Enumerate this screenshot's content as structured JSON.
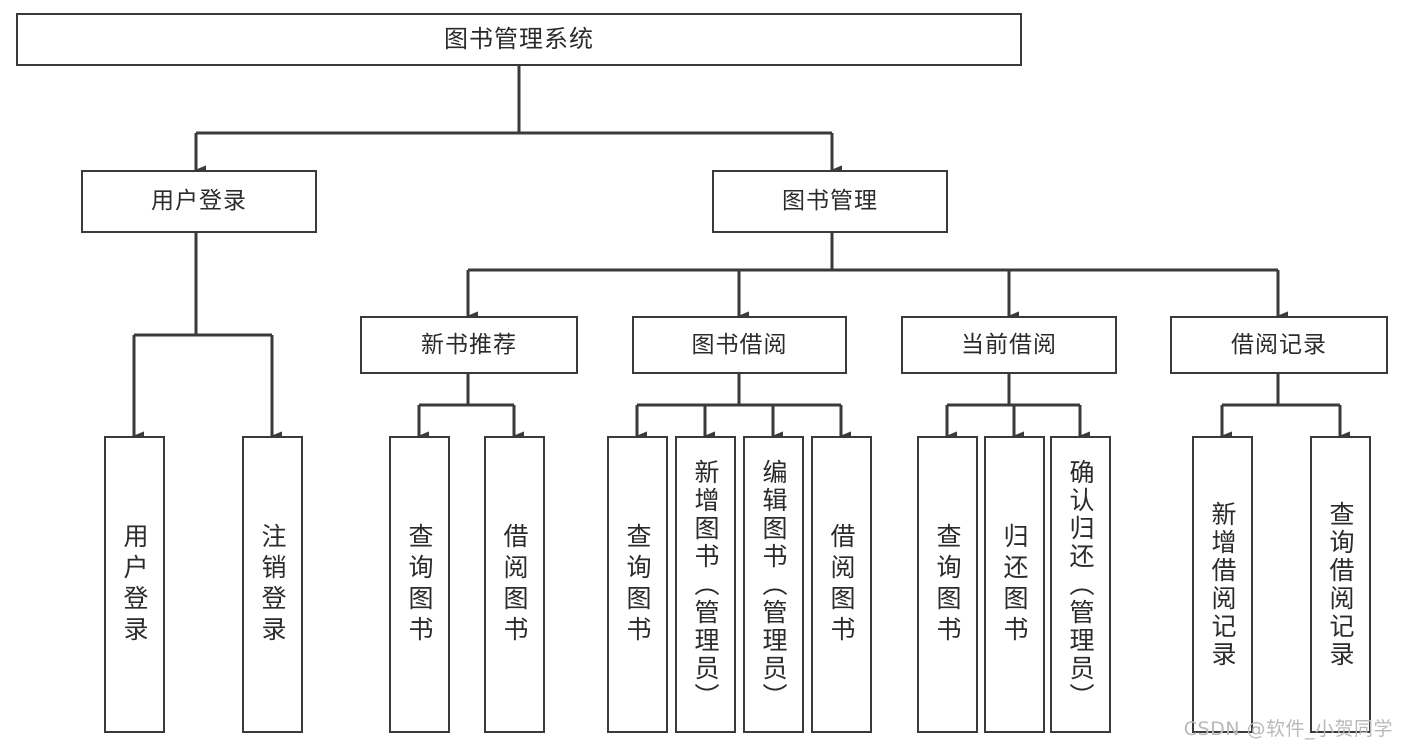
{
  "diagram": {
    "title": "图书管理系统",
    "type": "hierarchy-tree",
    "root": {
      "id": "root",
      "label": "图书管理系统"
    },
    "tier1": [
      {
        "id": "user-login",
        "label": "用户登录"
      },
      {
        "id": "book-manage",
        "label": "图书管理"
      }
    ],
    "tier2": [
      {
        "id": "new-book-rec",
        "label": "新书推荐",
        "parent": "book-manage"
      },
      {
        "id": "book-borrow",
        "label": "图书借阅",
        "parent": "book-manage"
      },
      {
        "id": "current-borrow",
        "label": "当前借阅",
        "parent": "book-manage"
      },
      {
        "id": "borrow-record",
        "label": "借阅记录",
        "parent": "book-manage"
      }
    ],
    "leaves": [
      {
        "id": "leaf-user-login",
        "label": "用户登录",
        "parent": "user-login"
      },
      {
        "id": "leaf-user-logout",
        "label": "注销登录",
        "parent": "user-login"
      },
      {
        "id": "leaf-query-book-1",
        "label": "查询图书",
        "parent": "new-book-rec"
      },
      {
        "id": "leaf-borrow-book-1",
        "label": "借阅图书",
        "parent": "new-book-rec"
      },
      {
        "id": "leaf-query-book-2",
        "label": "查询图书",
        "parent": "book-borrow"
      },
      {
        "id": "leaf-add-book",
        "label": "新增图书（管理员）",
        "parent": "book-borrow"
      },
      {
        "id": "leaf-edit-book",
        "label": "编辑图书（管理员）",
        "parent": "book-borrow"
      },
      {
        "id": "leaf-borrow-book-2",
        "label": "借阅图书",
        "parent": "book-borrow"
      },
      {
        "id": "leaf-query-book-3",
        "label": "查询图书",
        "parent": "current-borrow"
      },
      {
        "id": "leaf-return-book",
        "label": "归还图书",
        "parent": "current-borrow"
      },
      {
        "id": "leaf-confirm-return",
        "label": "确认归还（管理员）",
        "parent": "current-borrow"
      },
      {
        "id": "leaf-add-record",
        "label": "新增借阅记录",
        "parent": "borrow-record"
      },
      {
        "id": "leaf-query-record",
        "label": "查询借阅记录",
        "parent": "borrow-record"
      }
    ],
    "watermark": "CSDN @软件_小贺同学",
    "colors": {
      "box_border": "#3a3a3a",
      "box_fill": "#ffffff",
      "edge": "#3a3a3a",
      "text": "#2b2b2b",
      "watermark": "#b9b9b9",
      "background": "#ffffff"
    }
  }
}
